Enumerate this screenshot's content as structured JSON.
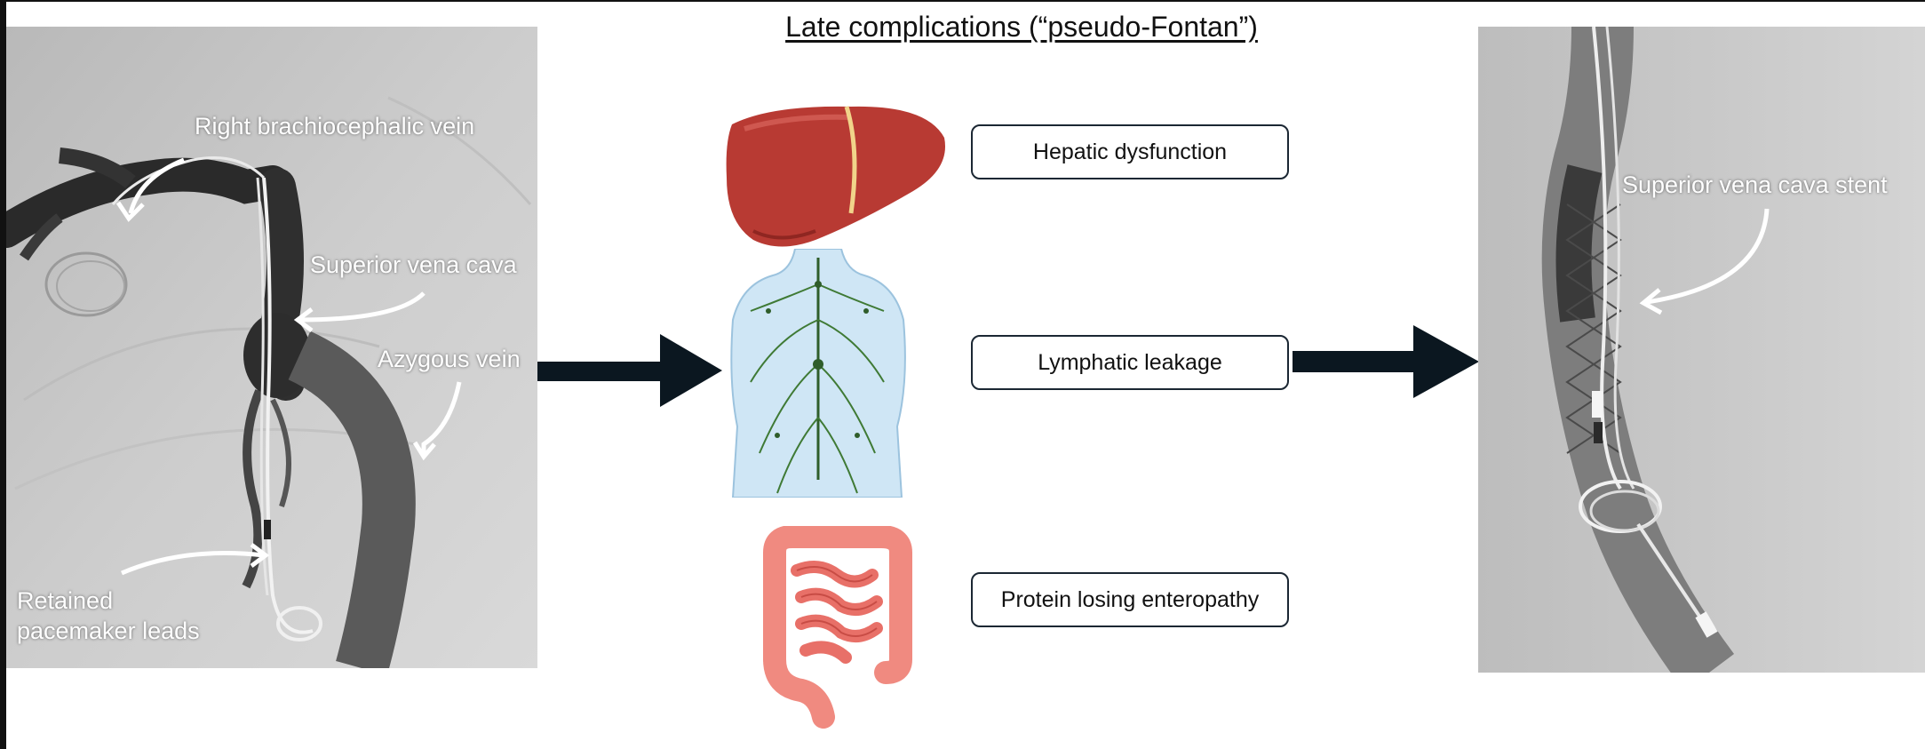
{
  "title": "Late complications (“pseudo-Fontan”)",
  "left_image": {
    "labels": {
      "brachiocephalic": "Right brachiocephalic vein",
      "svc": "Superior vena cava",
      "azygous": "Azygous vein",
      "leads_line1": "Retained",
      "leads_line2": "pacemaker leads"
    }
  },
  "complications": [
    {
      "label": "Hepatic dysfunction",
      "icon": "liver-icon"
    },
    {
      "label": "Lymphatic leakage",
      "icon": "lymphatic-system-icon"
    },
    {
      "label": "Protein losing enteropathy",
      "icon": "intestine-icon"
    }
  ],
  "right_image": {
    "labels": {
      "stent": "Superior vena cava stent"
    }
  },
  "colors": {
    "arrow": "#0b1720",
    "box_border": "#1b2733",
    "liver": "#b83a33",
    "intestine": "#f08a80",
    "lymph": "#cfe6f5"
  }
}
